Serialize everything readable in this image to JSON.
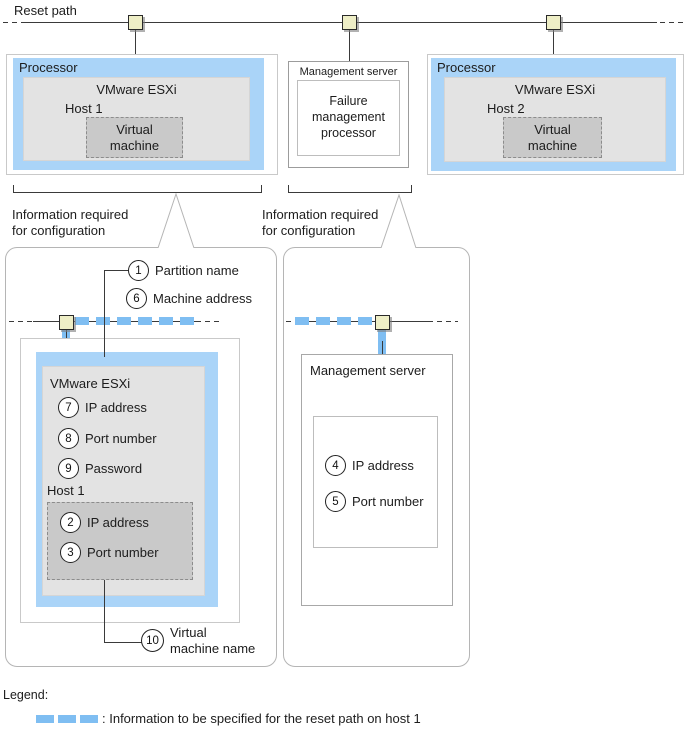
{
  "top": {
    "reset_path_label": "Reset path",
    "processor1": {
      "title": "Processor",
      "esxi": "VMware ESXi",
      "host": "Host 1",
      "vm_line1": "Virtual",
      "vm_line2": "machine"
    },
    "management_server": {
      "title": "Management server",
      "fmp_line1": "Failure",
      "fmp_line2": "management",
      "fmp_line3": "processor"
    },
    "processor2": {
      "title": "Processor",
      "esxi": "VMware ESXi",
      "host": "Host 2",
      "vm_line1": "Virtual",
      "vm_line2": "machine"
    }
  },
  "info_required_left": {
    "line1": "Information required",
    "line2": "for configuration"
  },
  "info_required_right": {
    "line1": "Information required",
    "line2": "for configuration"
  },
  "callout_left": {
    "partition": {
      "num": "1",
      "label": "Partition name"
    },
    "machine_address": {
      "num": "6",
      "label": "Machine address"
    },
    "esxi_title": "VMware ESXi",
    "esxi_items": [
      {
        "num": "7",
        "label": "IP address"
      },
      {
        "num": "8",
        "label": "Port number"
      },
      {
        "num": "9",
        "label": "Password"
      }
    ],
    "host_title": "Host 1",
    "host_items": [
      {
        "num": "2",
        "label": "IP address"
      },
      {
        "num": "3",
        "label": "Port number"
      }
    ],
    "vm_name": {
      "num": "10",
      "label_line1": "Virtual",
      "label_line2": "machine name"
    }
  },
  "callout_right": {
    "title": "Management server",
    "items": [
      {
        "num": "4",
        "label": "IP address"
      },
      {
        "num": "5",
        "label": "Port number"
      }
    ]
  },
  "legend": {
    "title": "Legend:",
    "dash_meaning": ": Information to be specified for the reset path on host 1"
  },
  "colors": {
    "highlight_blue": "#aad4f8",
    "dash_blue": "#7fbef2",
    "node_yellow": "#eeeec6",
    "box_gray": "#e3e3e3",
    "vm_gray": "#c9c9c9"
  }
}
